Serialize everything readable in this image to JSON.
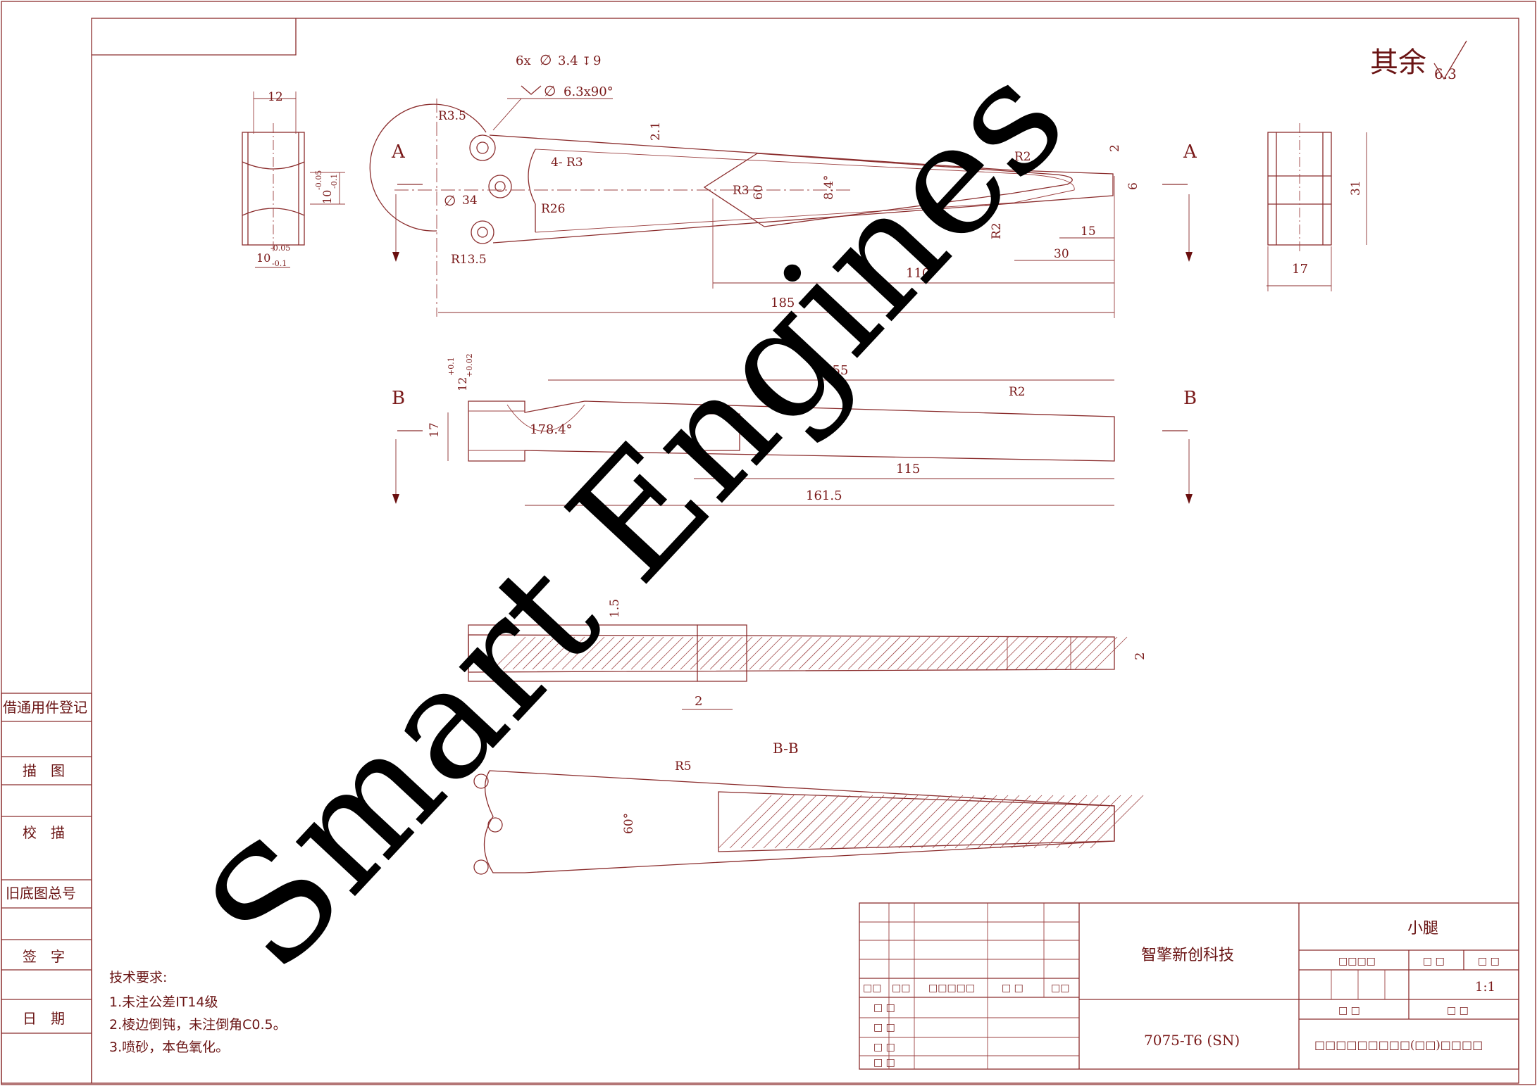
{
  "surface_mark": {
    "label": "其余",
    "value": "6.3"
  },
  "view_labels": {
    "a_left": "A",
    "a_right": "A",
    "b_left": "B",
    "b_right": "B",
    "section_bb": "B-B"
  },
  "dimensions": {
    "top_width": "12",
    "holes_count": "6x",
    "holes_dia": "3.4",
    "holes_depth": "9",
    "countersink": "6.3x90°",
    "r3_5": "R3.5",
    "thk_2_1": "2.1",
    "r3_4x": "4- R3",
    "dia_34": "34",
    "r26": "R26",
    "r13_5": "R13.5",
    "side_10a": "10",
    "side_10a_tol_u": "-0.05",
    "side_10a_tol_l": "-0.1",
    "side_10b": "10",
    "side_10b_tol_u": "-0.05",
    "side_10b_tol_l": "-0.1",
    "r3_b": "R3",
    "deg_60": "60",
    "deg_8_4": "8.4°",
    "r2_a": "R2",
    "r2_b": "R2",
    "d2_right": "2",
    "d6": "6",
    "d31": "31",
    "d15": "15",
    "d30": "30",
    "d110": "110",
    "d185": "185",
    "d17_right": "17",
    "d12_tol": "12",
    "d12_tol_u": "+0.1",
    "d12_tol_l": "+0.02",
    "d155": "155",
    "r2_c": "R2",
    "d17_left": "17",
    "deg_178": "178.4°",
    "d115": "115",
    "d161_5": "161.5",
    "d1_5": "1.5",
    "d2_b": "2",
    "d2_c": "2",
    "r5": "R5",
    "deg_60_b": "60°"
  },
  "left_strip": [
    "借通用件登记",
    "描　图",
    "校　描",
    "旧底图总号",
    "签　字",
    "日　期"
  ],
  "tech_requirements": {
    "heading": "技术要求:",
    "items": [
      "1.未注公差IT14级",
      "2.棱边倒钝，未注倒角C0.5。",
      "3.喷砂，本色氧化。"
    ]
  },
  "title_block": {
    "company": "智擎新创科技",
    "part_name": "小腿",
    "material": "7075-T6 (SN)",
    "scale": "1:1",
    "field_a": "□□□□",
    "field_b": "□ □",
    "field_c": "□ □",
    "field_d": "□ □",
    "field_e": "□ □",
    "footer": "□□□□□□□□□(□□)□□□□",
    "rev_cols": [
      "□□",
      "□□",
      "□□□□□",
      "□ □",
      "□□"
    ],
    "sign_rows": [
      "□ □",
      "□ □",
      "□ □",
      "□ □"
    ]
  },
  "watermark": "Smart Engines"
}
